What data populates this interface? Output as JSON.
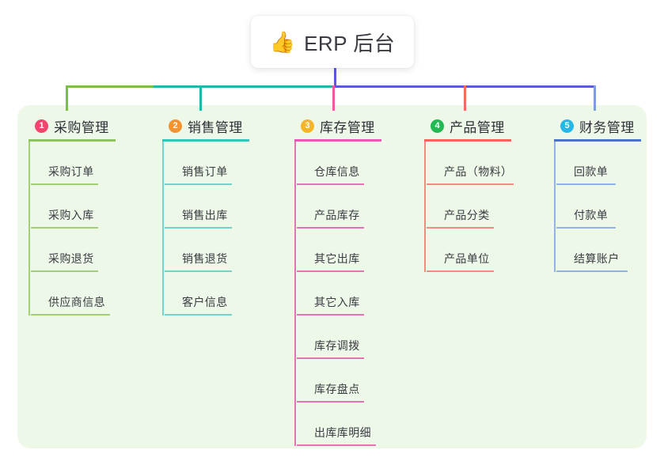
{
  "page": {
    "canvas_background": "#ffffff",
    "panel_background": "#eef8e9"
  },
  "root": {
    "icon": "thumbs-up-emoji",
    "emoji": "👍",
    "title": "ERP 后台",
    "stem_color": "#5b5bd6"
  },
  "connectors": {
    "segment_green": "#7bbf45",
    "segment_teal": "#1fb9ac",
    "segment_indigo": "#5b5bd6",
    "stem_col1": "#7bbf45",
    "stem_col2": "#1fb9ac",
    "stem_col3": "#ed5b9e",
    "stem_col4": "#f26a61",
    "stem_col5": "#7a9fe0"
  },
  "columns": [
    {
      "number": "1",
      "title": "采购管理",
      "badge_color": "#f0466e",
      "line_color": "#8cc55b",
      "leaf_line_color": "#a3cf79",
      "items": [
        "采购订单",
        "采购入库",
        "采购退货",
        "供应商信息"
      ]
    },
    {
      "number": "2",
      "title": "销售管理",
      "badge_color": "#f59331",
      "line_color": "#39c3b8",
      "leaf_line_color": "#73d2c9",
      "items": [
        "销售订单",
        "销售出库",
        "销售退货",
        "客户信息"
      ]
    },
    {
      "number": "3",
      "title": "库存管理",
      "badge_color": "#f5b526",
      "line_color": "#e659b4",
      "leaf_line_color": "#e572b4",
      "items": [
        "仓库信息",
        "产品库存",
        "其它出库",
        "其它入库",
        "库存调拨",
        "库存盘点",
        "出库库明细"
      ]
    },
    {
      "number": "4",
      "title": "产品管理",
      "badge_color": "#22b852",
      "line_color": "#f2655b",
      "leaf_line_color": "#f58a83",
      "items": [
        "产品（物料）",
        "产品分类",
        "产品单位"
      ]
    },
    {
      "number": "5",
      "title": "财务管理",
      "badge_color": "#25b7e8",
      "line_color": "#4a74c8",
      "leaf_line_color": "#93b2e8",
      "items": [
        "回款单",
        "付款单",
        "结算账户"
      ]
    }
  ]
}
